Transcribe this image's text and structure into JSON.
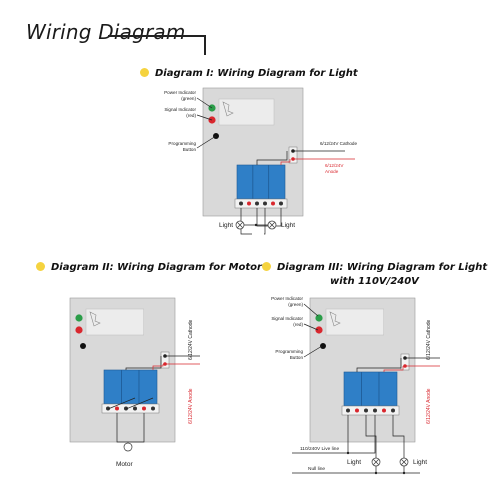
{
  "heading": "Wiring Diagram",
  "colors": {
    "bullet": "#f5d33f",
    "device": "#d9d9d9",
    "relay": "#2f7fc7",
    "anode": "#d9272e",
    "power_led": "#2a9d48",
    "signal_led": "#d9272e"
  },
  "diagram1": {
    "title": "Diagram I: Wiring Diagram for Light",
    "power_indicator": [
      "Power Indicator",
      "(green)"
    ],
    "signal_indicator": [
      "Signal Indicator",
      "(red)"
    ],
    "programming_button": [
      "Programming",
      "Button"
    ],
    "cathode": "6/12/24V Cathode",
    "anode": [
      "6/12/24V",
      "Anode"
    ],
    "light_left": "Light",
    "light_right": "Light"
  },
  "diagram2": {
    "title": "Diagram II: Wiring Diagram for Motor",
    "cathode": "6/12/24V Cathode",
    "anode": "6/12/24V Anode",
    "motor": "Motor"
  },
  "diagram3": {
    "title_line1": "Diagram III: Wiring Diagram for Light",
    "title_line2": "with 110V/240V",
    "power_indicator": [
      "Power Indicator",
      "(green)"
    ],
    "signal_indicator": [
      "Signal Indicator",
      "(red)"
    ],
    "programming_button": [
      "Programming",
      "Button"
    ],
    "cathode": "6/12/24V Cathode",
    "anode": "6/12/24V Anode",
    "live_line": "110/240V Live line",
    "null_line": "Null line",
    "light_left": "Light",
    "light_right": "Light"
  }
}
